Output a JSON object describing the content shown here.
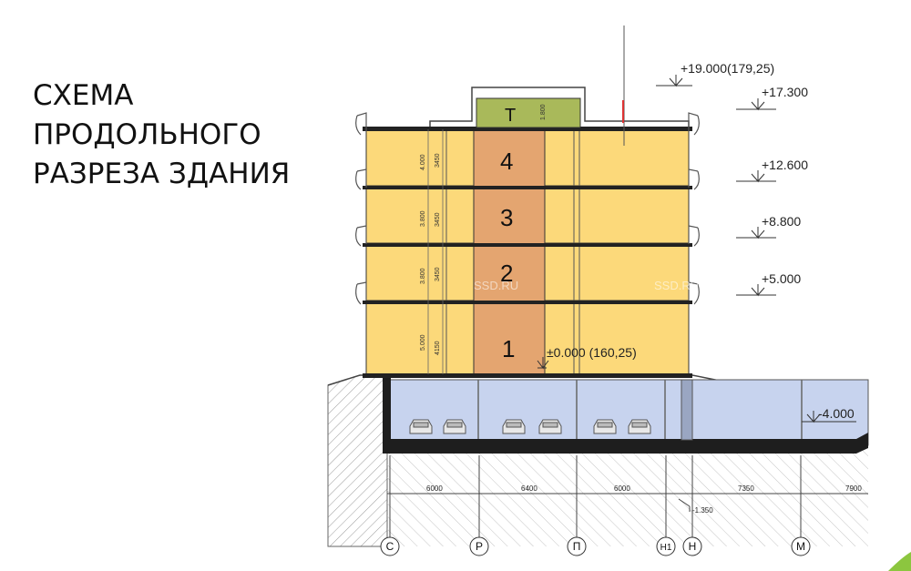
{
  "title_lines": [
    "СХЕМА",
    "ПРОДОЛЬНОГО",
    "РАЗРЕЗА ЗДАНИЯ"
  ],
  "floors": [
    {
      "number": "4",
      "height": "4.000",
      "clear": "3450"
    },
    {
      "number": "3",
      "height": "3.800",
      "clear": "3450"
    },
    {
      "number": "2",
      "height": "3.800",
      "clear": "3450"
    },
    {
      "number": "1",
      "height": "5.000",
      "clear": "4150"
    }
  ],
  "technical_floor": {
    "label": "Т",
    "height": "1.800"
  },
  "levels": {
    "top": "+19.000(179,25)",
    "l17": "+17.300",
    "l12": "+12.600",
    "l8": "+8.800",
    "l5": "+5.000",
    "zero": "±0.000 (160,25)",
    "basement": "-4.000",
    "ground": "-1.350"
  },
  "spans": [
    "6000",
    "6400",
    "6000",
    "7350",
    "7900"
  ],
  "axes": [
    "С",
    "Р",
    "П",
    "Н1",
    "Н",
    "М"
  ],
  "watermarks": [
    "SSD.RU",
    "SSD.RU"
  ],
  "colors": {
    "floor_fill": "#fcd97a",
    "core_fill": "#e4a570",
    "basement_fill": "#c7d3ee",
    "tech_fill": "#a9b95a",
    "slab": "#222222"
  }
}
